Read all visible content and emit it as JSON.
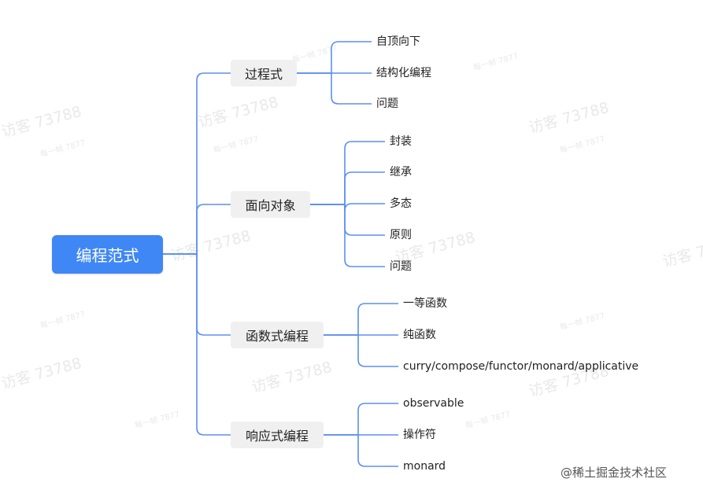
{
  "diagram": {
    "root": {
      "label": "编程范式"
    },
    "branches": [
      {
        "label": "过程式",
        "children": [
          "自顶向下",
          "结构化编程",
          "问题"
        ]
      },
      {
        "label": "面向对象",
        "children": [
          "封装",
          "继承",
          "多态",
          "原则",
          "问题"
        ]
      },
      {
        "label": "函数式编程",
        "children": [
          "一等函数",
          "纯函数",
          "curry/compose/functor/monard/applicative"
        ]
      },
      {
        "label": "响应式编程",
        "children": [
          "observable",
          "操作符",
          "monard"
        ]
      }
    ]
  },
  "watermark": {
    "visitor": "访客 73788",
    "small": "每一帧 7877"
  },
  "footer": {
    "credit": "@稀土掘金技术社区"
  },
  "colors": {
    "connector": "#5b8ff0",
    "root_bg": "#3f87f5",
    "branch_bg": "#f0f0f0"
  }
}
